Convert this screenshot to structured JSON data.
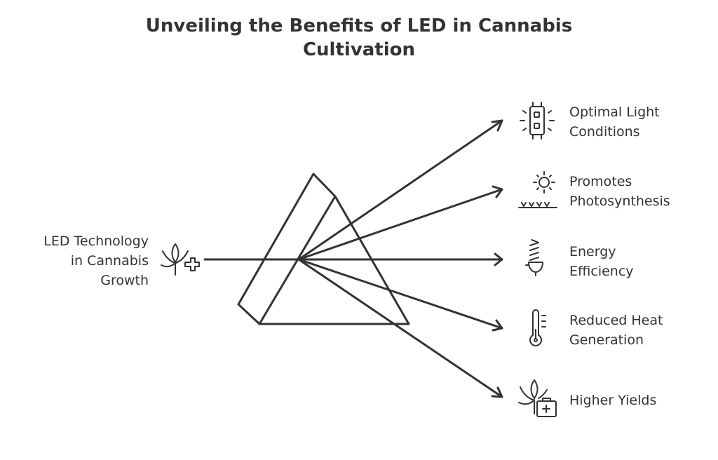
{
  "title": {
    "line1": "Unveiling the Benefits of LED in Cannabis",
    "line2": "Cultivation"
  },
  "input": {
    "line1": "LED Technology",
    "line2": "in Cannabis",
    "line3": "Growth",
    "icon": "cannabis-plus-icon"
  },
  "outputs": [
    {
      "line1": "Optimal Light",
      "line2": "Conditions",
      "icon": "led-chip-icon"
    },
    {
      "line1": "Promotes",
      "line2": "Photosynthesis",
      "icon": "sun-grass-icon"
    },
    {
      "line1": "Energy",
      "line2": "Efficiency",
      "icon": "cfl-bulb-icon"
    },
    {
      "line1": "Reduced Heat",
      "line2": "Generation",
      "icon": "thermometer-icon"
    },
    {
      "line1": "Higher Yields",
      "line2": "",
      "icon": "cannabis-medkit-icon"
    }
  ]
}
